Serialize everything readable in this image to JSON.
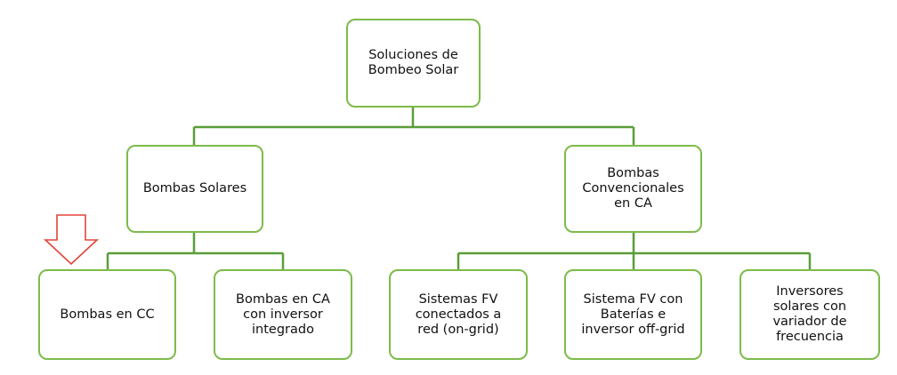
{
  "diagram": {
    "root": {
      "label": "Soluciones de Bombeo Solar"
    },
    "bombas_solares": {
      "label": "Bombas Solares"
    },
    "bombas_convencionales": {
      "label": "Bombas Convencionales en CA"
    },
    "bombas_cc": {
      "label": "Bombas en CC"
    },
    "bombas_ca_inversor": {
      "label": "Bombas en CA con inversor integrado"
    },
    "sistemas_on_grid": {
      "label": "Sistemas FV conectados a red (on-grid)"
    },
    "sistema_off_grid": {
      "label": "Sistema FV con Baterías e inversor off-grid"
    },
    "inversores_variador": {
      "label": "Inversores solares con variador de frecuencia"
    }
  },
  "colors": {
    "box_border": "#7dbb4a",
    "connector": "#5a9e3a",
    "arrow": "#e0453a",
    "text": "#111111"
  },
  "icons": {
    "highlight_arrow": "down-arrow-icon"
  }
}
